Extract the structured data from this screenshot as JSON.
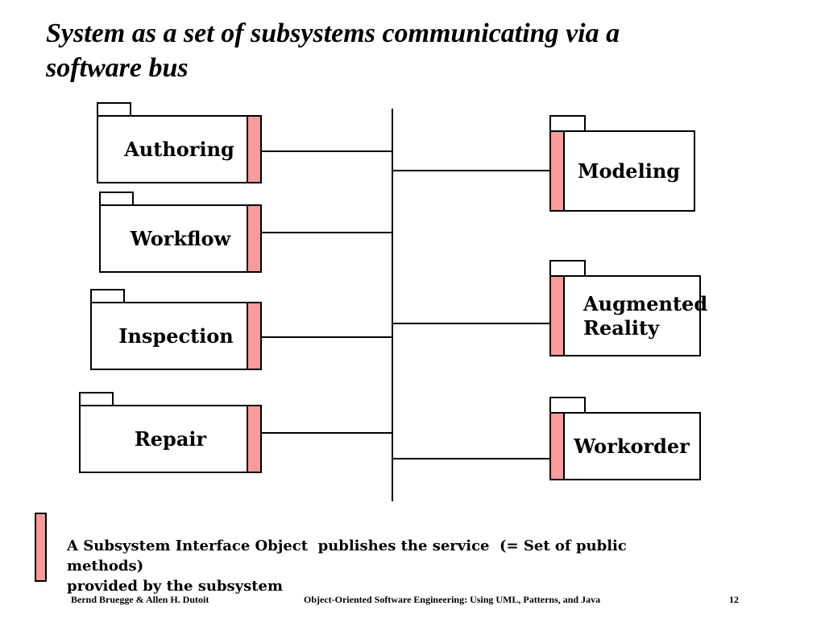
{
  "colors": {
    "interface_object": "#F89B9B",
    "line": "#000000",
    "background": "#FFFFFF",
    "text": "#000000"
  },
  "slide": {
    "title": "System as a set of subsystems communicating via a\nsoftware bus",
    "subsystems": {
      "left": [
        {
          "label": "Authoring"
        },
        {
          "label": "Workflow"
        },
        {
          "label": "Inspection"
        },
        {
          "label": "Repair"
        }
      ],
      "right": [
        {
          "label": "Modeling"
        },
        {
          "label": "Augmented Reality"
        },
        {
          "label": "Workorder"
        }
      ]
    },
    "legend": {
      "text": "A Subsystem Interface Object  publishes the service  (= Set of public methods)\nprovided by the subsystem"
    },
    "footer": {
      "authors": "Bernd Bruegge & Allen H. Dutoit",
      "course": "Object-Oriented Software Engineering: Using UML, Patterns, and Java",
      "page": "12"
    }
  }
}
